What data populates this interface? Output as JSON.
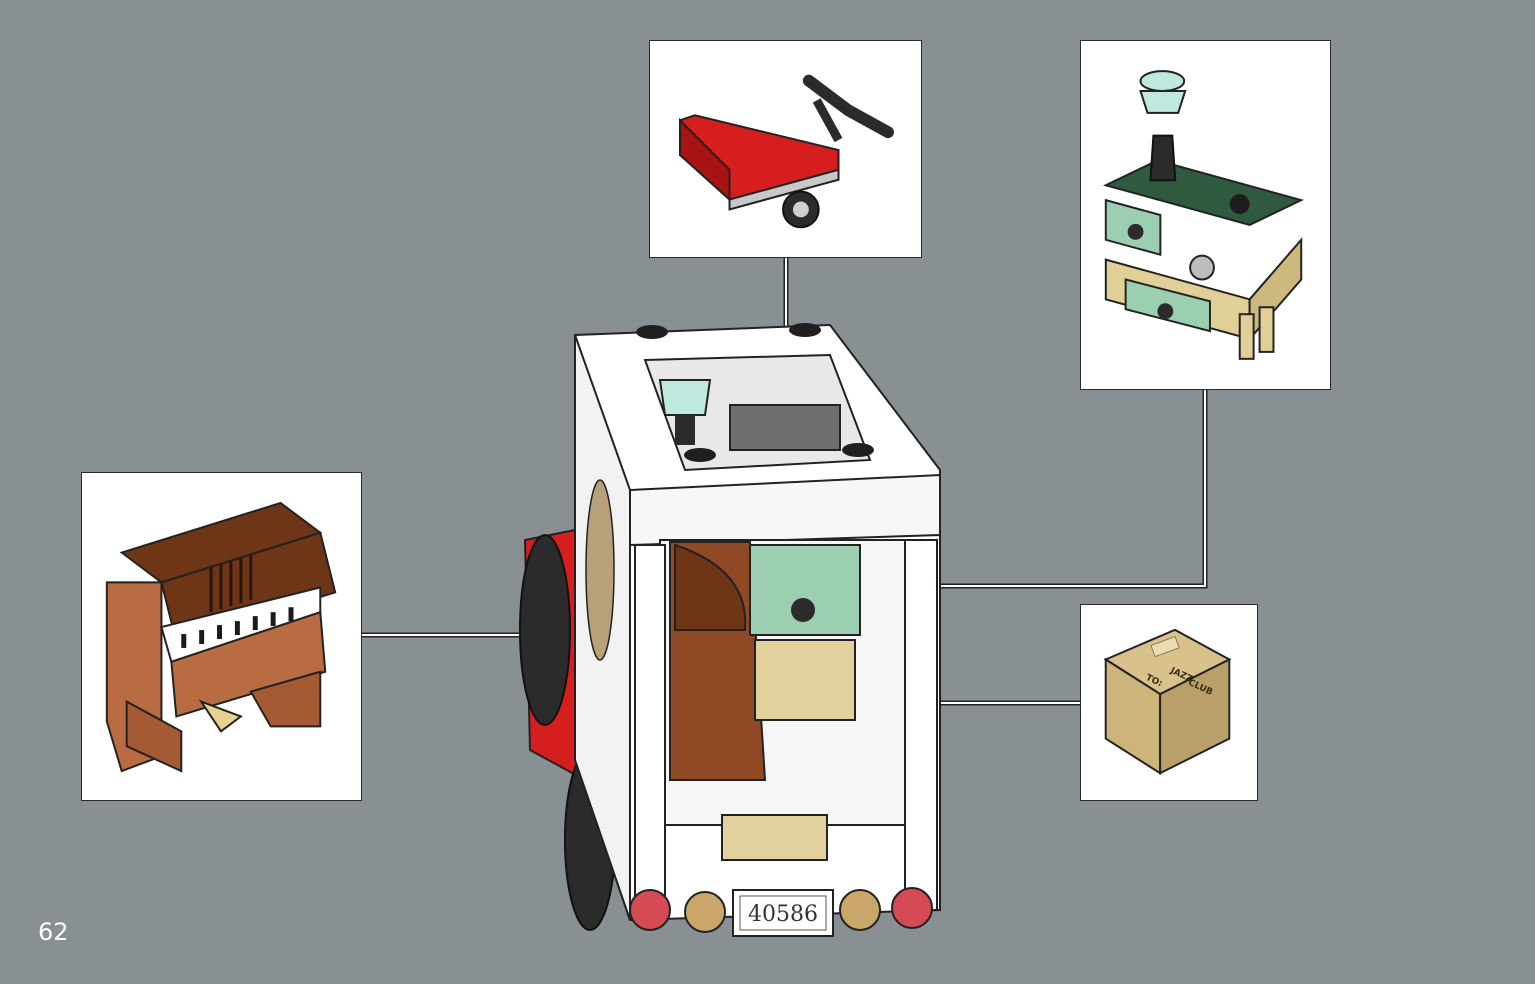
{
  "page": {
    "number": "62",
    "background": "#899094"
  },
  "model": {
    "license_plate": "40586",
    "crate_label_line1": "TO:",
    "crate_label_line2": "JAZZ",
    "crate_label_line3": "CLUB"
  },
  "callouts": [
    {
      "name": "hand-truck",
      "colors": [
        "#d61e1e",
        "#2b2b2b",
        "#c8c8c8"
      ]
    },
    {
      "name": "lamp-dresser",
      "colors": [
        "#2f5a3f",
        "#9ccfb2",
        "#e0cf97",
        "#bfe9df"
      ]
    },
    {
      "name": "piano",
      "colors": [
        "#6e3517",
        "#b96b42",
        "#ffffff",
        "#1b1b1b"
      ]
    },
    {
      "name": "crate",
      "colors": [
        "#d8c18a",
        "#b9a06a"
      ]
    }
  ]
}
